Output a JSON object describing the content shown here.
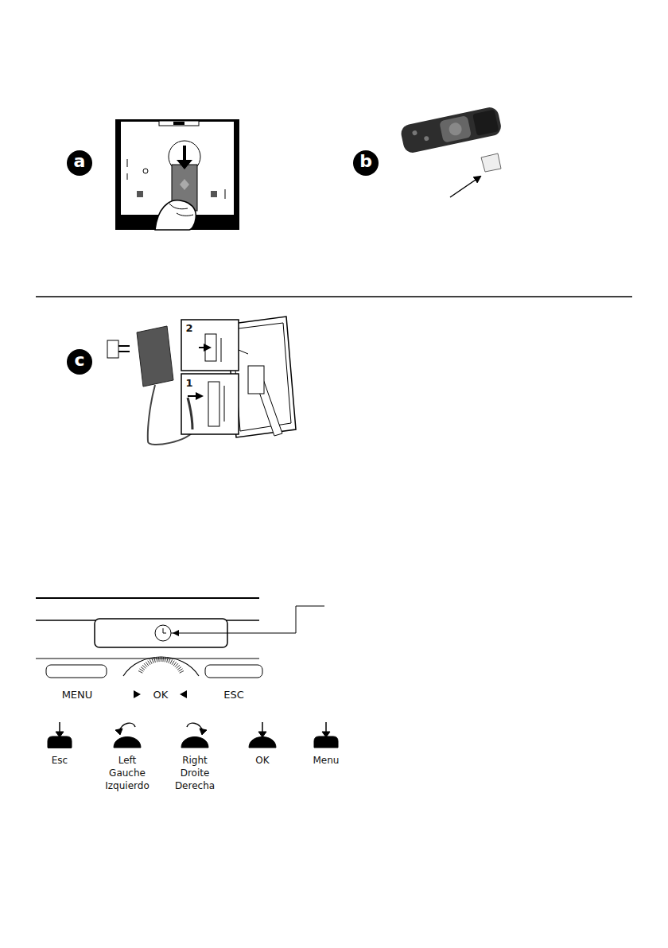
{
  "diagram": {
    "nodes": [
      {
        "text": [
          "a"
        ]
      },
      {
        "text": [
          "b"
        ]
      },
      {
        "text": [
          "c"
        ]
      }
    ],
    "labels": [
      "1",
      "2",
      "MENU",
      "OK",
      "ESC",
      "Esc",
      "Left Gauche Izquierdo",
      "Right Droite Derecha",
      "OK",
      "Menu"
    ]
  }
}
